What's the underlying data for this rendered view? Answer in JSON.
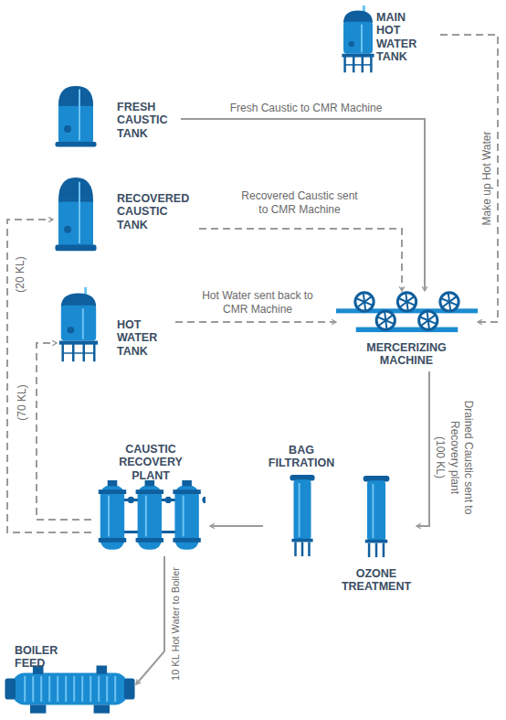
{
  "diagram": {
    "nodes": [
      {
        "text": [
          "MAIN HOT WATER TANK"
        ]
      },
      {
        "text": [
          "FRESH CAUSTIC TANK"
        ]
      },
      {
        "text": [
          "RECOVERED CAUSTIC TANK"
        ]
      },
      {
        "text": [
          "HOT WATER TANK"
        ]
      },
      {
        "text": [
          "MERCERIZING MACHINE"
        ]
      },
      {
        "text": [
          "BAG FILTRATION"
        ]
      },
      {
        "text": [
          "OZONE TREATMENT"
        ]
      },
      {
        "text": [
          "CAUSTIC RECOVERY PLANT"
        ]
      },
      {
        "text": [
          "BOILER FEED"
        ]
      }
    ],
    "edges": [
      {
        "from": 0,
        "to": 4,
        "arrow": "to",
        "label": "Make up Hot Water"
      },
      {
        "from": 1,
        "to": 4,
        "arrow": "to",
        "label": "Fresh Caustic to CMR Machine"
      },
      {
        "from": 2,
        "to": 4,
        "arrow": "to",
        "label": "Recovered Caustic sent to CMR Machine"
      },
      {
        "from": 3,
        "to": 4,
        "arrow": "to",
        "label": "Hot Water sent back to CMR Machine"
      },
      {
        "from": 4,
        "to": 6,
        "arrow": "to",
        "label": "Drained Caustic sent to Recovery plant"
      },
      {
        "from": 5,
        "to": 7,
        "arrow": "to"
      },
      {
        "from": 7,
        "to": 3,
        "arrow": "to",
        "label": "(70 KL)"
      },
      {
        "from": 7,
        "to": 2,
        "arrow": "to",
        "label": "(20 KL)"
      },
      {
        "from": 7,
        "to": 8,
        "arrow": "to",
        "label": "10 KL Hot Water to Boiler"
      }
    ],
    "labels": [
      "(100 KL)"
    ]
  }
}
